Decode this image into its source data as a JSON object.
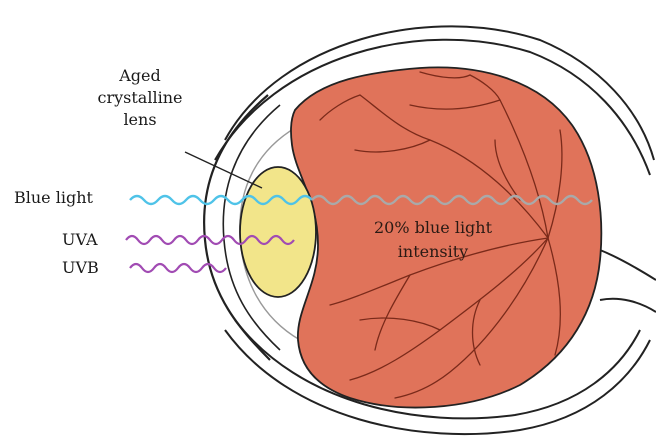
{
  "labels": {
    "lens_title_line1": "Aged",
    "lens_title_line2": "crystalline",
    "lens_title_line3": "lens",
    "blue_light": "Blue light",
    "uva": "UVA",
    "uvb": "UVB",
    "intensity_line1": "20% blue light",
    "intensity_line2": "intensity"
  },
  "colors": {
    "outline": "#222222",
    "retina_fill": "#e0735a",
    "vessel": "#7a2a1a",
    "lens_fill": "#f2e58a",
    "blue_wave": "#4fc3e8",
    "transmitted_wave": "#a9a9a9",
    "uv_wave": "#a14bb3"
  }
}
